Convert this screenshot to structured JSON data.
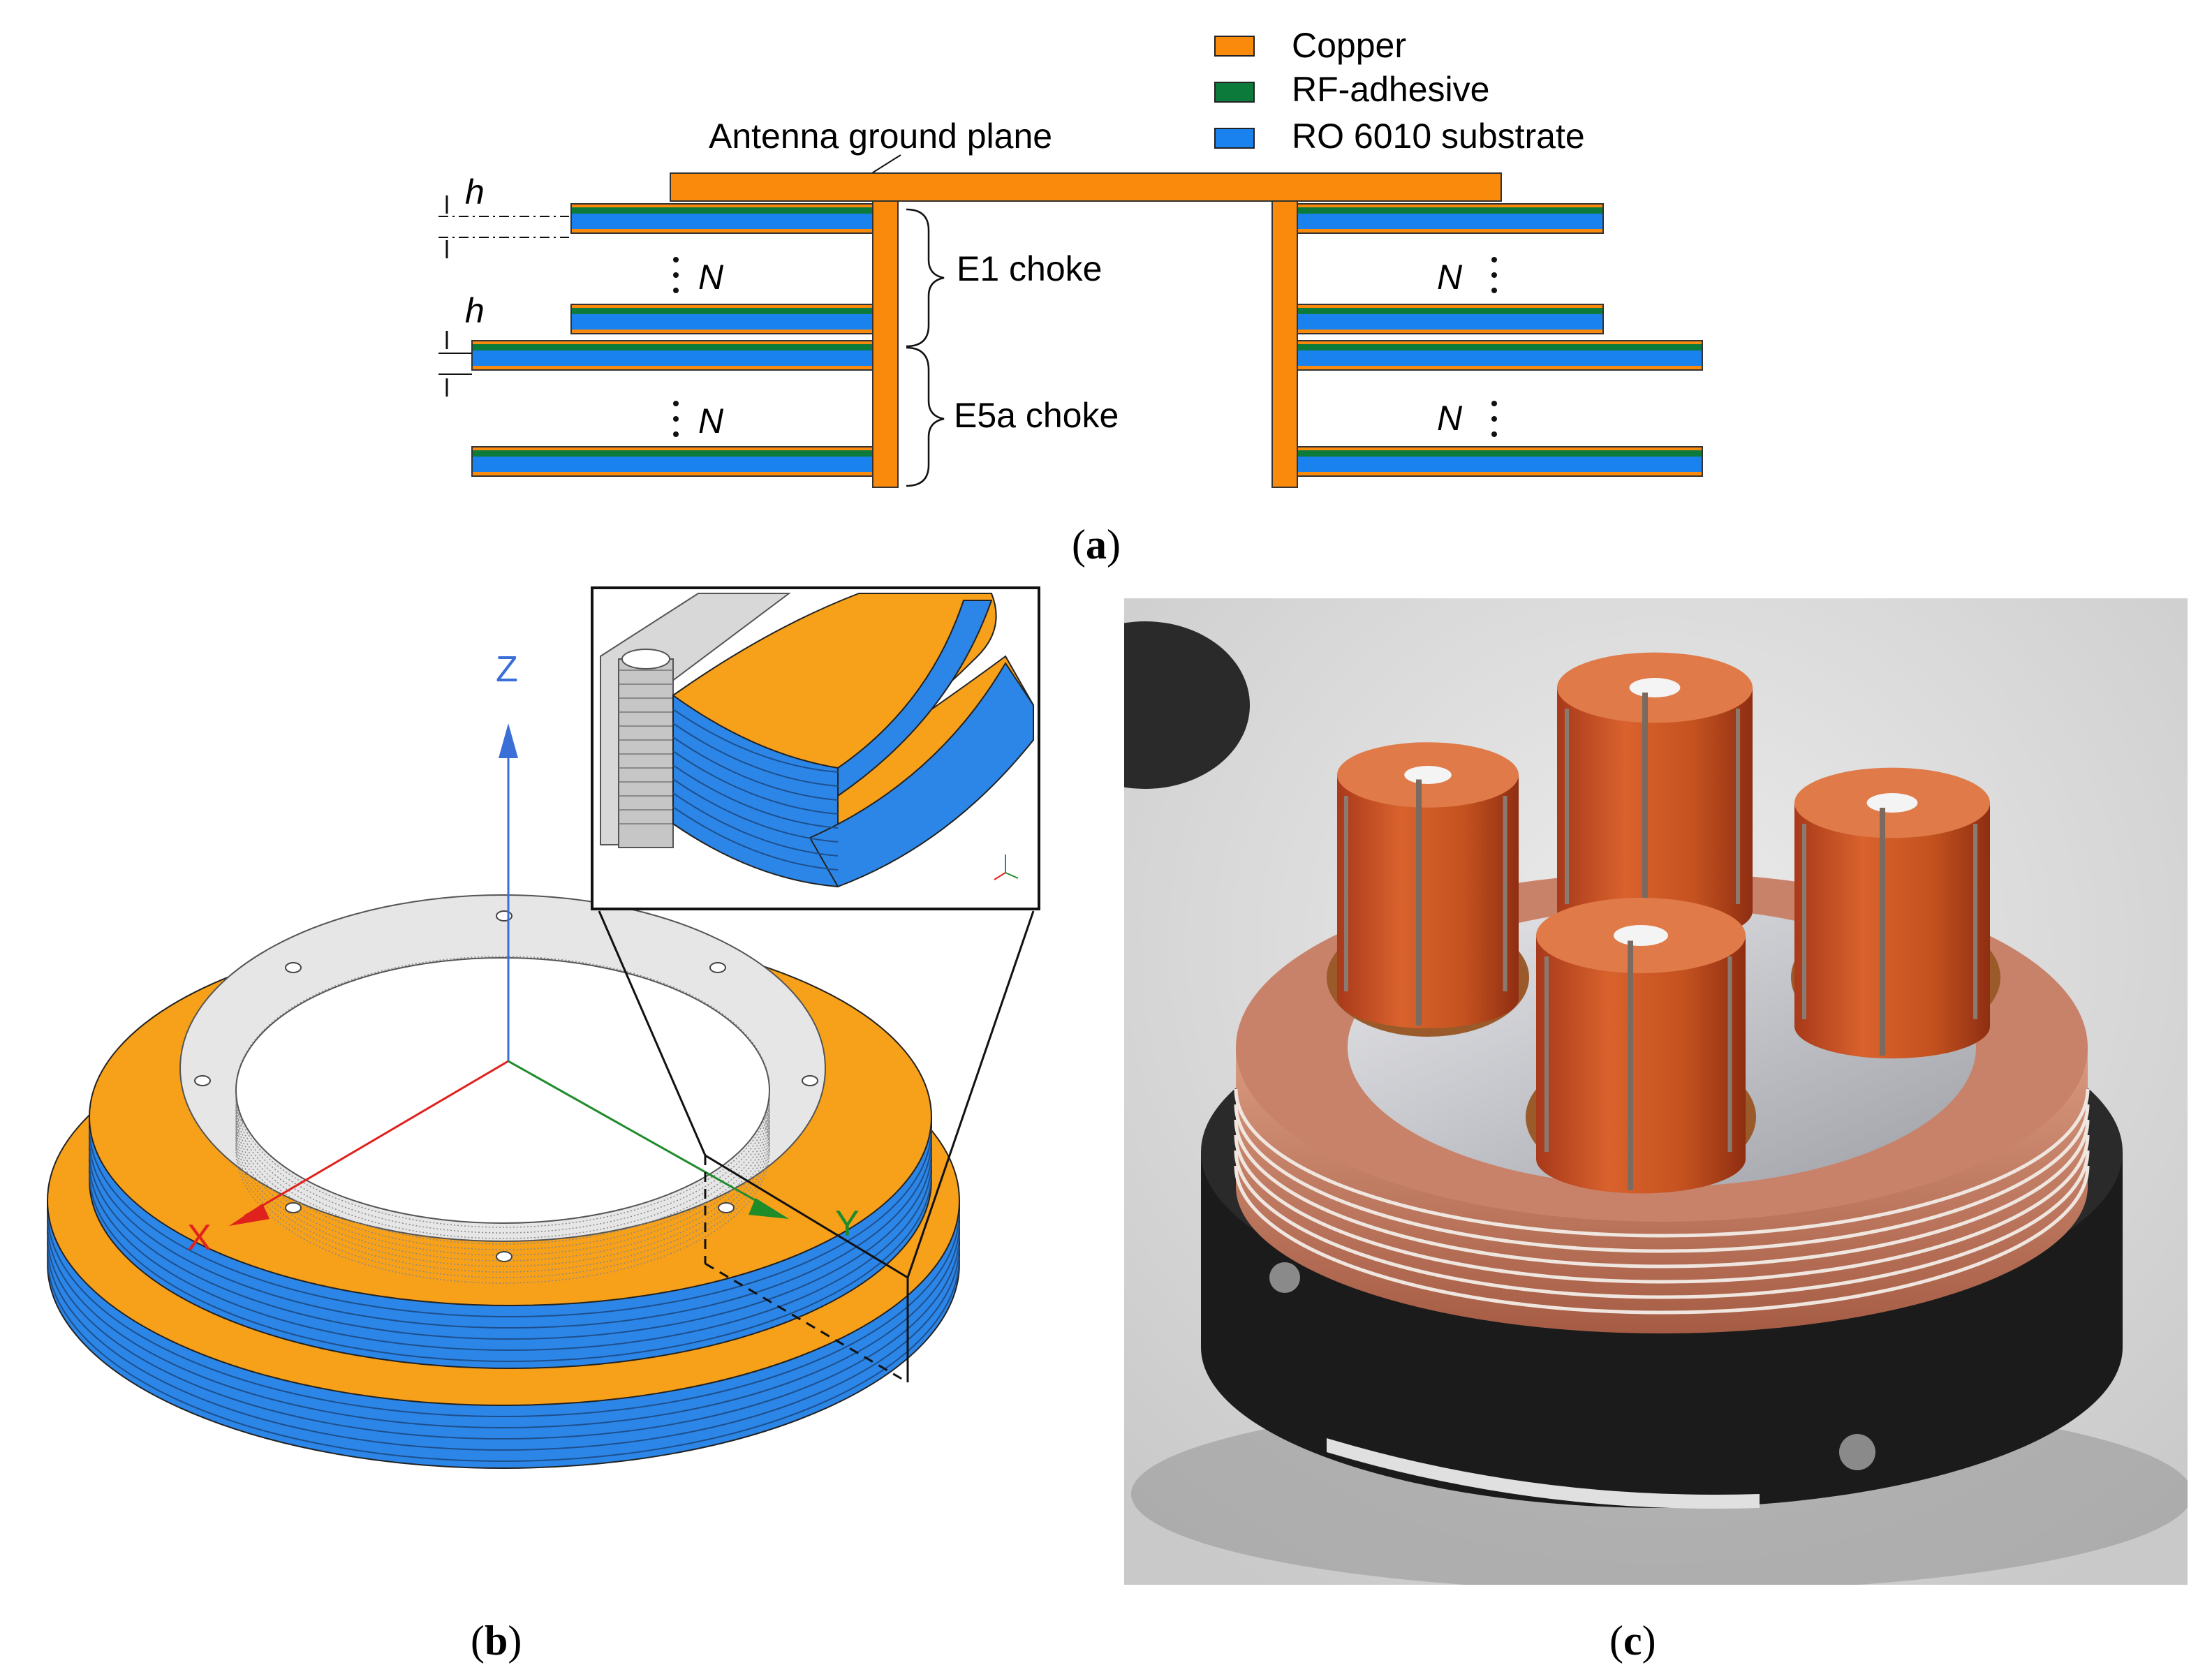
{
  "legend": {
    "items": [
      {
        "label": "Copper",
        "color": "#f98a0c"
      },
      {
        "label": "RF-adhesive",
        "color": "#0c7a3a"
      },
      {
        "label": "RO 6010 substrate",
        "color": "#1a82ee"
      }
    ]
  },
  "panel_a": {
    "caption_letter": "a",
    "ground_plane_label": "Antenna ground plane",
    "h_label": "h",
    "n_label": "N",
    "e1_label": "E1 choke",
    "e5a_label": "E5a choke"
  },
  "panel_b": {
    "caption_letter": "b",
    "axis_z": "Z",
    "axis_x": "X",
    "axis_y": "Y",
    "colors": {
      "copper": "#f7a01a",
      "substrate": "#2b86e8",
      "frame": "#e6e6e6",
      "x_axis": "#e0221e",
      "y_axis": "#1f8c2a",
      "z_axis": "#3a6fd8"
    }
  },
  "panel_c": {
    "caption_letter": "c"
  }
}
